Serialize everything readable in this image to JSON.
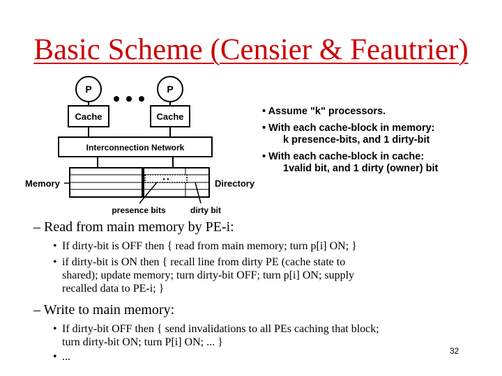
{
  "title": "Basic Scheme (Censier & Feautrier)",
  "diagram": {
    "processor_left": "P",
    "processor_right": "P",
    "cache_left": "Cache",
    "cache_right": "Cache",
    "interconnect": "Interconnection Network",
    "memory": "Memory",
    "directory": "Directory",
    "presence_bits": "presence bits",
    "dirty_bit": "dirty bit",
    "dots": "• •"
  },
  "bullets": [
    {
      "line1": "• Assume \"k\" processors."
    },
    {
      "line1": "• With each cache-block in memory:",
      "line2": "k  presence-bits, and 1 dirty-bit"
    },
    {
      "line1": "• With each cache-block in cache:",
      "line2": "1valid bit, and 1 dirty (owner) bit"
    }
  ],
  "read": {
    "heading": "– Read from main memory by PE-i:",
    "items": [
      {
        "lines": [
          "If dirty-bit is OFF then { read from main memory; turn p[i] ON; }"
        ]
      },
      {
        "lines": [
          "if dirty-bit is ON   then { recall line from dirty PE (cache state to",
          "shared); update memory; turn dirty-bit OFF; turn p[i] ON; supply",
          "recalled data to PE-i; }"
        ]
      }
    ]
  },
  "write": {
    "heading": "– Write to main memory:",
    "items": [
      {
        "lines": [
          "If dirty-bit OFF then { send invalidations to all PEs caching that block;",
          "turn dirty-bit ON; turn P[i] ON; ... }"
        ]
      },
      {
        "lines": [
          "..."
        ]
      }
    ]
  },
  "bullet_glyph": "•",
  "page_number": "32"
}
